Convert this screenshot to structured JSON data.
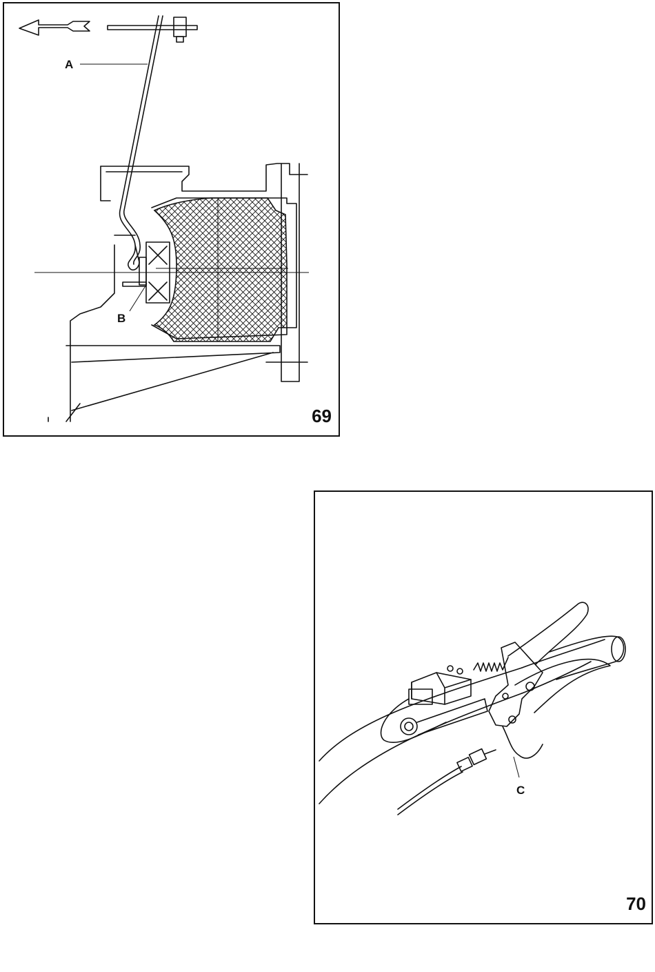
{
  "figures": [
    {
      "number": "69",
      "callouts": {
        "a": "A",
        "b": "B"
      }
    },
    {
      "number": "70",
      "callouts": {
        "c": "C"
      }
    }
  ],
  "colors": {
    "ink": "#111111",
    "paper": "#ffffff"
  }
}
